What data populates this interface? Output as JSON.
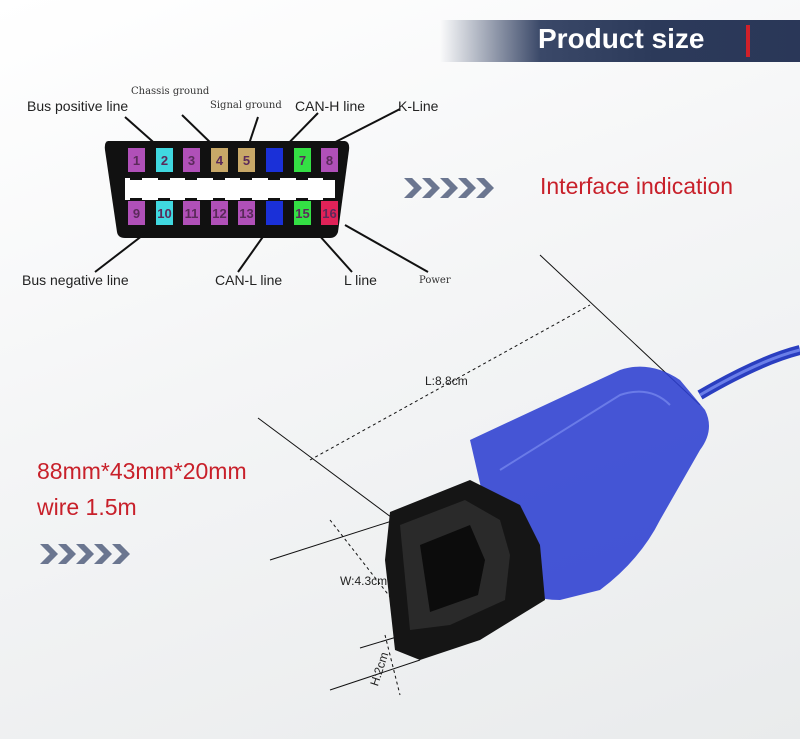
{
  "banner": {
    "title": "Product size",
    "accent_color": "#d0202a",
    "background_color": "#2c3a5a"
  },
  "pinout": {
    "top_labels": {
      "chassis_ground": "Chassis ground",
      "bus_positive": "Bus positive  line",
      "signal_ground": "Signal ground",
      "can_h": "CAN-H line",
      "k_line": "K-Line"
    },
    "bottom_labels": {
      "bus_negative": "Bus negative  line",
      "can_l": "CAN-L line",
      "l_line": "L line",
      "power": "Power"
    },
    "pins_top": [
      {
        "label": "1",
        "color": "#b050b8"
      },
      {
        "label": "2",
        "color": "#40d8e0"
      },
      {
        "label": "3",
        "color": "#b050b8"
      },
      {
        "label": "4",
        "color": "#c8a868"
      },
      {
        "label": "5",
        "color": "#c8a868"
      },
      {
        "label": "",
        "color": "#1a30d8"
      },
      {
        "label": "7",
        "color": "#34e044"
      },
      {
        "label": "8",
        "color": "#b050b8"
      }
    ],
    "pins_bottom": [
      {
        "label": "9",
        "color": "#b050b8"
      },
      {
        "label": "10",
        "color": "#40d8e0"
      },
      {
        "label": "11",
        "color": "#b050b8"
      },
      {
        "label": "12",
        "color": "#b050b8"
      },
      {
        "label": "13",
        "color": "#b050b8"
      },
      {
        "label": "",
        "color": "#1a30d8"
      },
      {
        "label": "15",
        "color": "#34e044"
      },
      {
        "label": "16",
        "color": "#e02258"
      }
    ]
  },
  "interface_indication": "Interface indication",
  "specs": {
    "dimensions": "88mm*43mm*20mm",
    "wire": "wire 1.5m",
    "color": "#c8202a"
  },
  "measurements": {
    "length": "L:8.8cm",
    "width": "W:4.3cm",
    "height": "H:2cm"
  }
}
